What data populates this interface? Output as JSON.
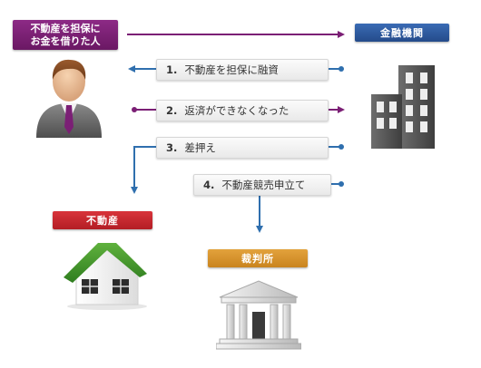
{
  "borrower": {
    "line1": "不動産を担保に",
    "line2": "お金を借りた人",
    "color": "#7b1f75"
  },
  "bank": {
    "label": "金融機関",
    "color": "#2f5a9e"
  },
  "realestate": {
    "label": "不動産",
    "color": "#c8242c"
  },
  "court": {
    "label": "裁判所",
    "color": "#d4902a"
  },
  "steps": [
    {
      "num": "1.",
      "text": "不動産を担保に融資",
      "arrow_color": "#2f6fae"
    },
    {
      "num": "2.",
      "text": "返済ができなくなった",
      "arrow_color": "#7b1f75"
    },
    {
      "num": "3.",
      "text": "差押え",
      "arrow_color": "#2f6fae"
    },
    {
      "num": "4.",
      "text": "不動産競売申立て",
      "arrow_color": "#2f6fae"
    }
  ],
  "icons": [
    "person-icon",
    "building-icon",
    "house-icon",
    "courthouse-icon"
  ]
}
